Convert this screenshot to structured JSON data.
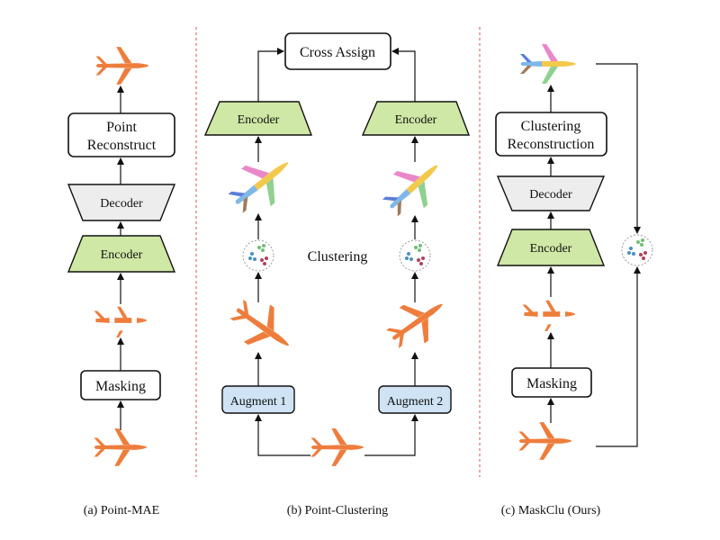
{
  "panels": {
    "a": {
      "caption": "(a) Point-MAE",
      "reconstruct_line1": "Point",
      "reconstruct_line2": "Reconstruct",
      "decoder": "Decoder",
      "encoder": "Encoder",
      "masking": "Masking"
    },
    "b": {
      "caption": "(b) Point-Clustering",
      "cross_assign": "Cross Assign",
      "encoder_left": "Encoder",
      "encoder_right": "Encoder",
      "clustering": "Clustering",
      "augment1": "Augment 1",
      "augment2": "Augment 2"
    },
    "c": {
      "caption": "(c) MaskClu (Ours)",
      "reconstruction_line1": "Clustering",
      "reconstruction_line2": "Reconstruction",
      "decoder": "Decoder",
      "encoder": "Encoder",
      "masking": "Masking"
    }
  },
  "colors": {
    "encoder_fill": "#cfe8a5",
    "decoder_fill": "#ededed",
    "augment_fill": "#cfe3f5",
    "airplane": "#ee7d3c",
    "divider": "#d9534f"
  },
  "icons": [
    "airplane-icon",
    "masked-airplane-icon",
    "segmented-airplane-icon",
    "cluster-icon"
  ]
}
